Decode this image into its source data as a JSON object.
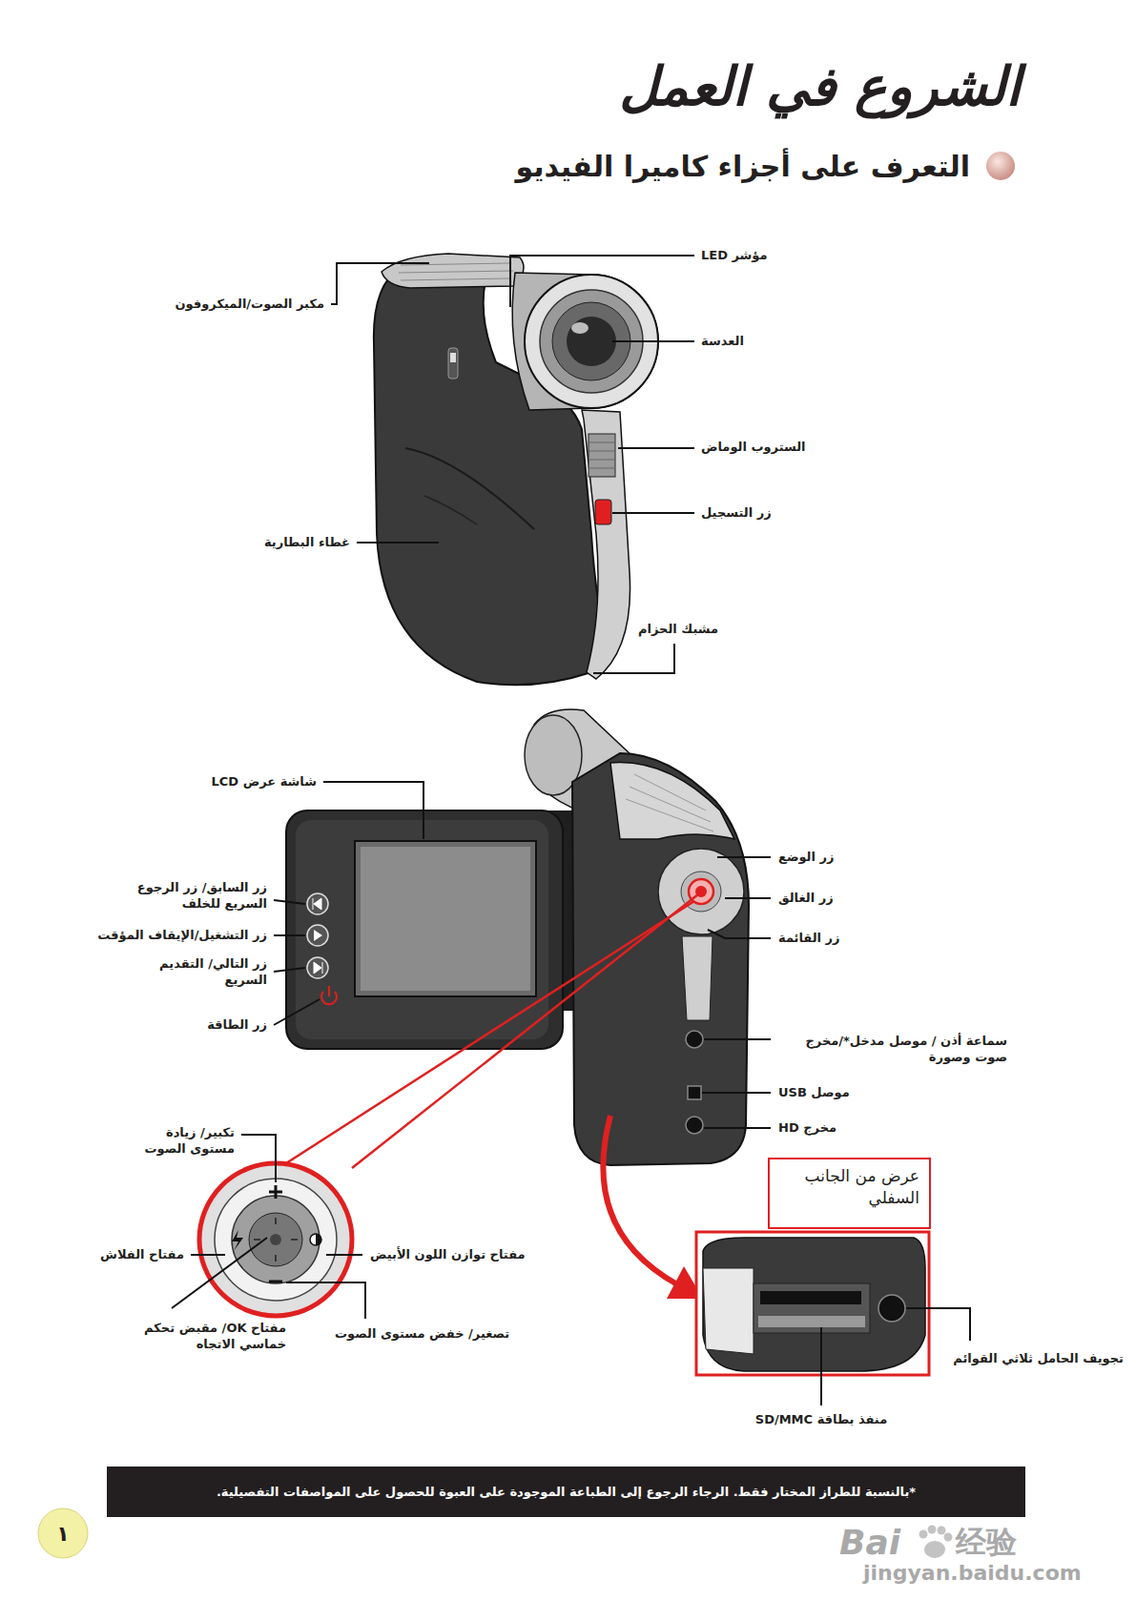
{
  "diagram": {
    "title": "الشروع في العمل",
    "nodes": [
      {
        "text": [
          "عرض من الجانب السفلي"
        ]
      },
      {
        "text": [
          "*بالنسبة للطراز المختار فقط. الرجاء الرجوع إلى الطباعة الموجودة على العبوة للحصول على المواصفات التفصيلية."
        ]
      },
      {
        "text": [
          "١"
        ]
      }
    ],
    "labels": [
      "التعرف على أجزاء كاميرا الفيديو",
      "مؤشر LED",
      "مكبر الصوت/الميكروفون",
      "العدسة",
      "الستروب الوماض",
      "زر التسجيل",
      "غطاء البطارية",
      "مشبك الحزام",
      "شاشة عرض LCD",
      "زر السابق/ زر الرجوع السريع للخلف",
      "زر التشغيل/الإيقاف المؤقت",
      "زر التالي/ التقديم السريع",
      "زر الطاقة",
      "زر الوضع",
      "زر الغالق",
      "زر القائمة",
      "سماعة أذن / موصل مدخل*/مخرج صوت وصورة",
      "موصل USB",
      "مخرج HD",
      "تكبير/ زيادة مستوى الصوت",
      "مفتاح الفلاش",
      "مفتاح توازن اللون الأبيض",
      "مفتاح OK/ مقبض تحكم خماسي الاتجاه",
      "تصغير/ خفض مستوى الصوت",
      "منفذ بطاقة SD/MMC",
      "تجويف الحامل ثلاثي القوائم",
      "Bai",
      "经验",
      "jingyan.baidu.com"
    ]
  }
}
